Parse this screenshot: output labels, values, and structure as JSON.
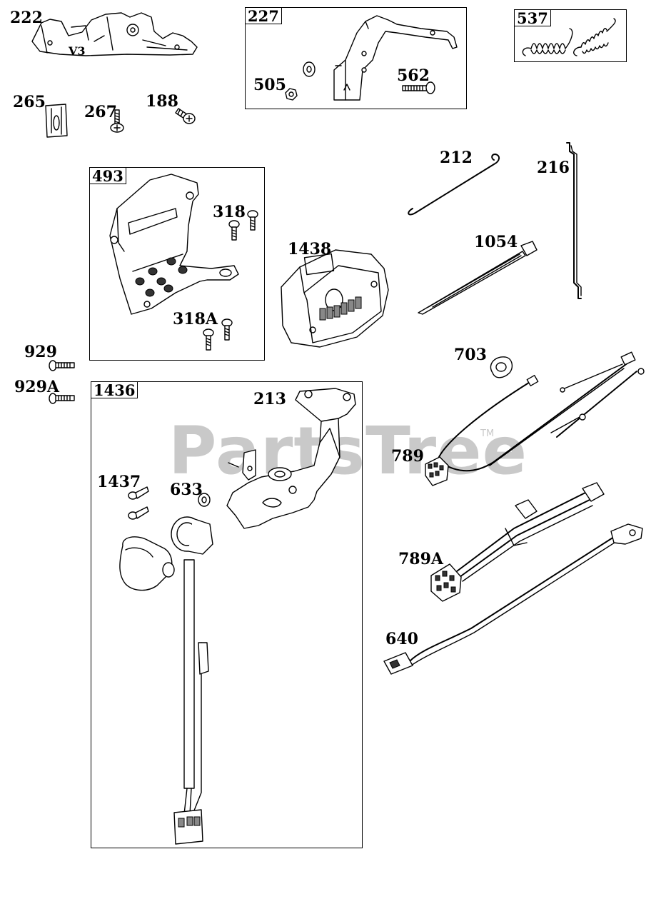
{
  "watermark": {
    "text": "PartsTree",
    "trademark": "TM"
  },
  "callouts": [
    {
      "id": "222",
      "text": "222"
    },
    {
      "id": "265",
      "text": "265"
    },
    {
      "id": "267",
      "text": "267"
    },
    {
      "id": "188",
      "text": "188"
    },
    {
      "id": "505",
      "text": "505"
    },
    {
      "id": "562",
      "text": "562"
    },
    {
      "id": "212",
      "text": "212"
    },
    {
      "id": "216",
      "text": "216"
    },
    {
      "id": "318",
      "text": "318"
    },
    {
      "id": "318A",
      "text": "318A"
    },
    {
      "id": "1438",
      "text": "1438"
    },
    {
      "id": "1054",
      "text": "1054"
    },
    {
      "id": "929",
      "text": "929"
    },
    {
      "id": "929A",
      "text": "929A"
    },
    {
      "id": "703",
      "text": "703"
    },
    {
      "id": "213",
      "text": "213"
    },
    {
      "id": "789",
      "text": "789"
    },
    {
      "id": "1437",
      "text": "1437"
    },
    {
      "id": "633",
      "text": "633"
    },
    {
      "id": "789A",
      "text": "789A"
    },
    {
      "id": "640",
      "text": "640"
    }
  ],
  "kits": [
    {
      "id": "227",
      "text": "227"
    },
    {
      "id": "537",
      "text": "537"
    },
    {
      "id": "493",
      "text": "493"
    },
    {
      "id": "1436",
      "text": "1436"
    }
  ],
  "part_222_marking": "V3"
}
